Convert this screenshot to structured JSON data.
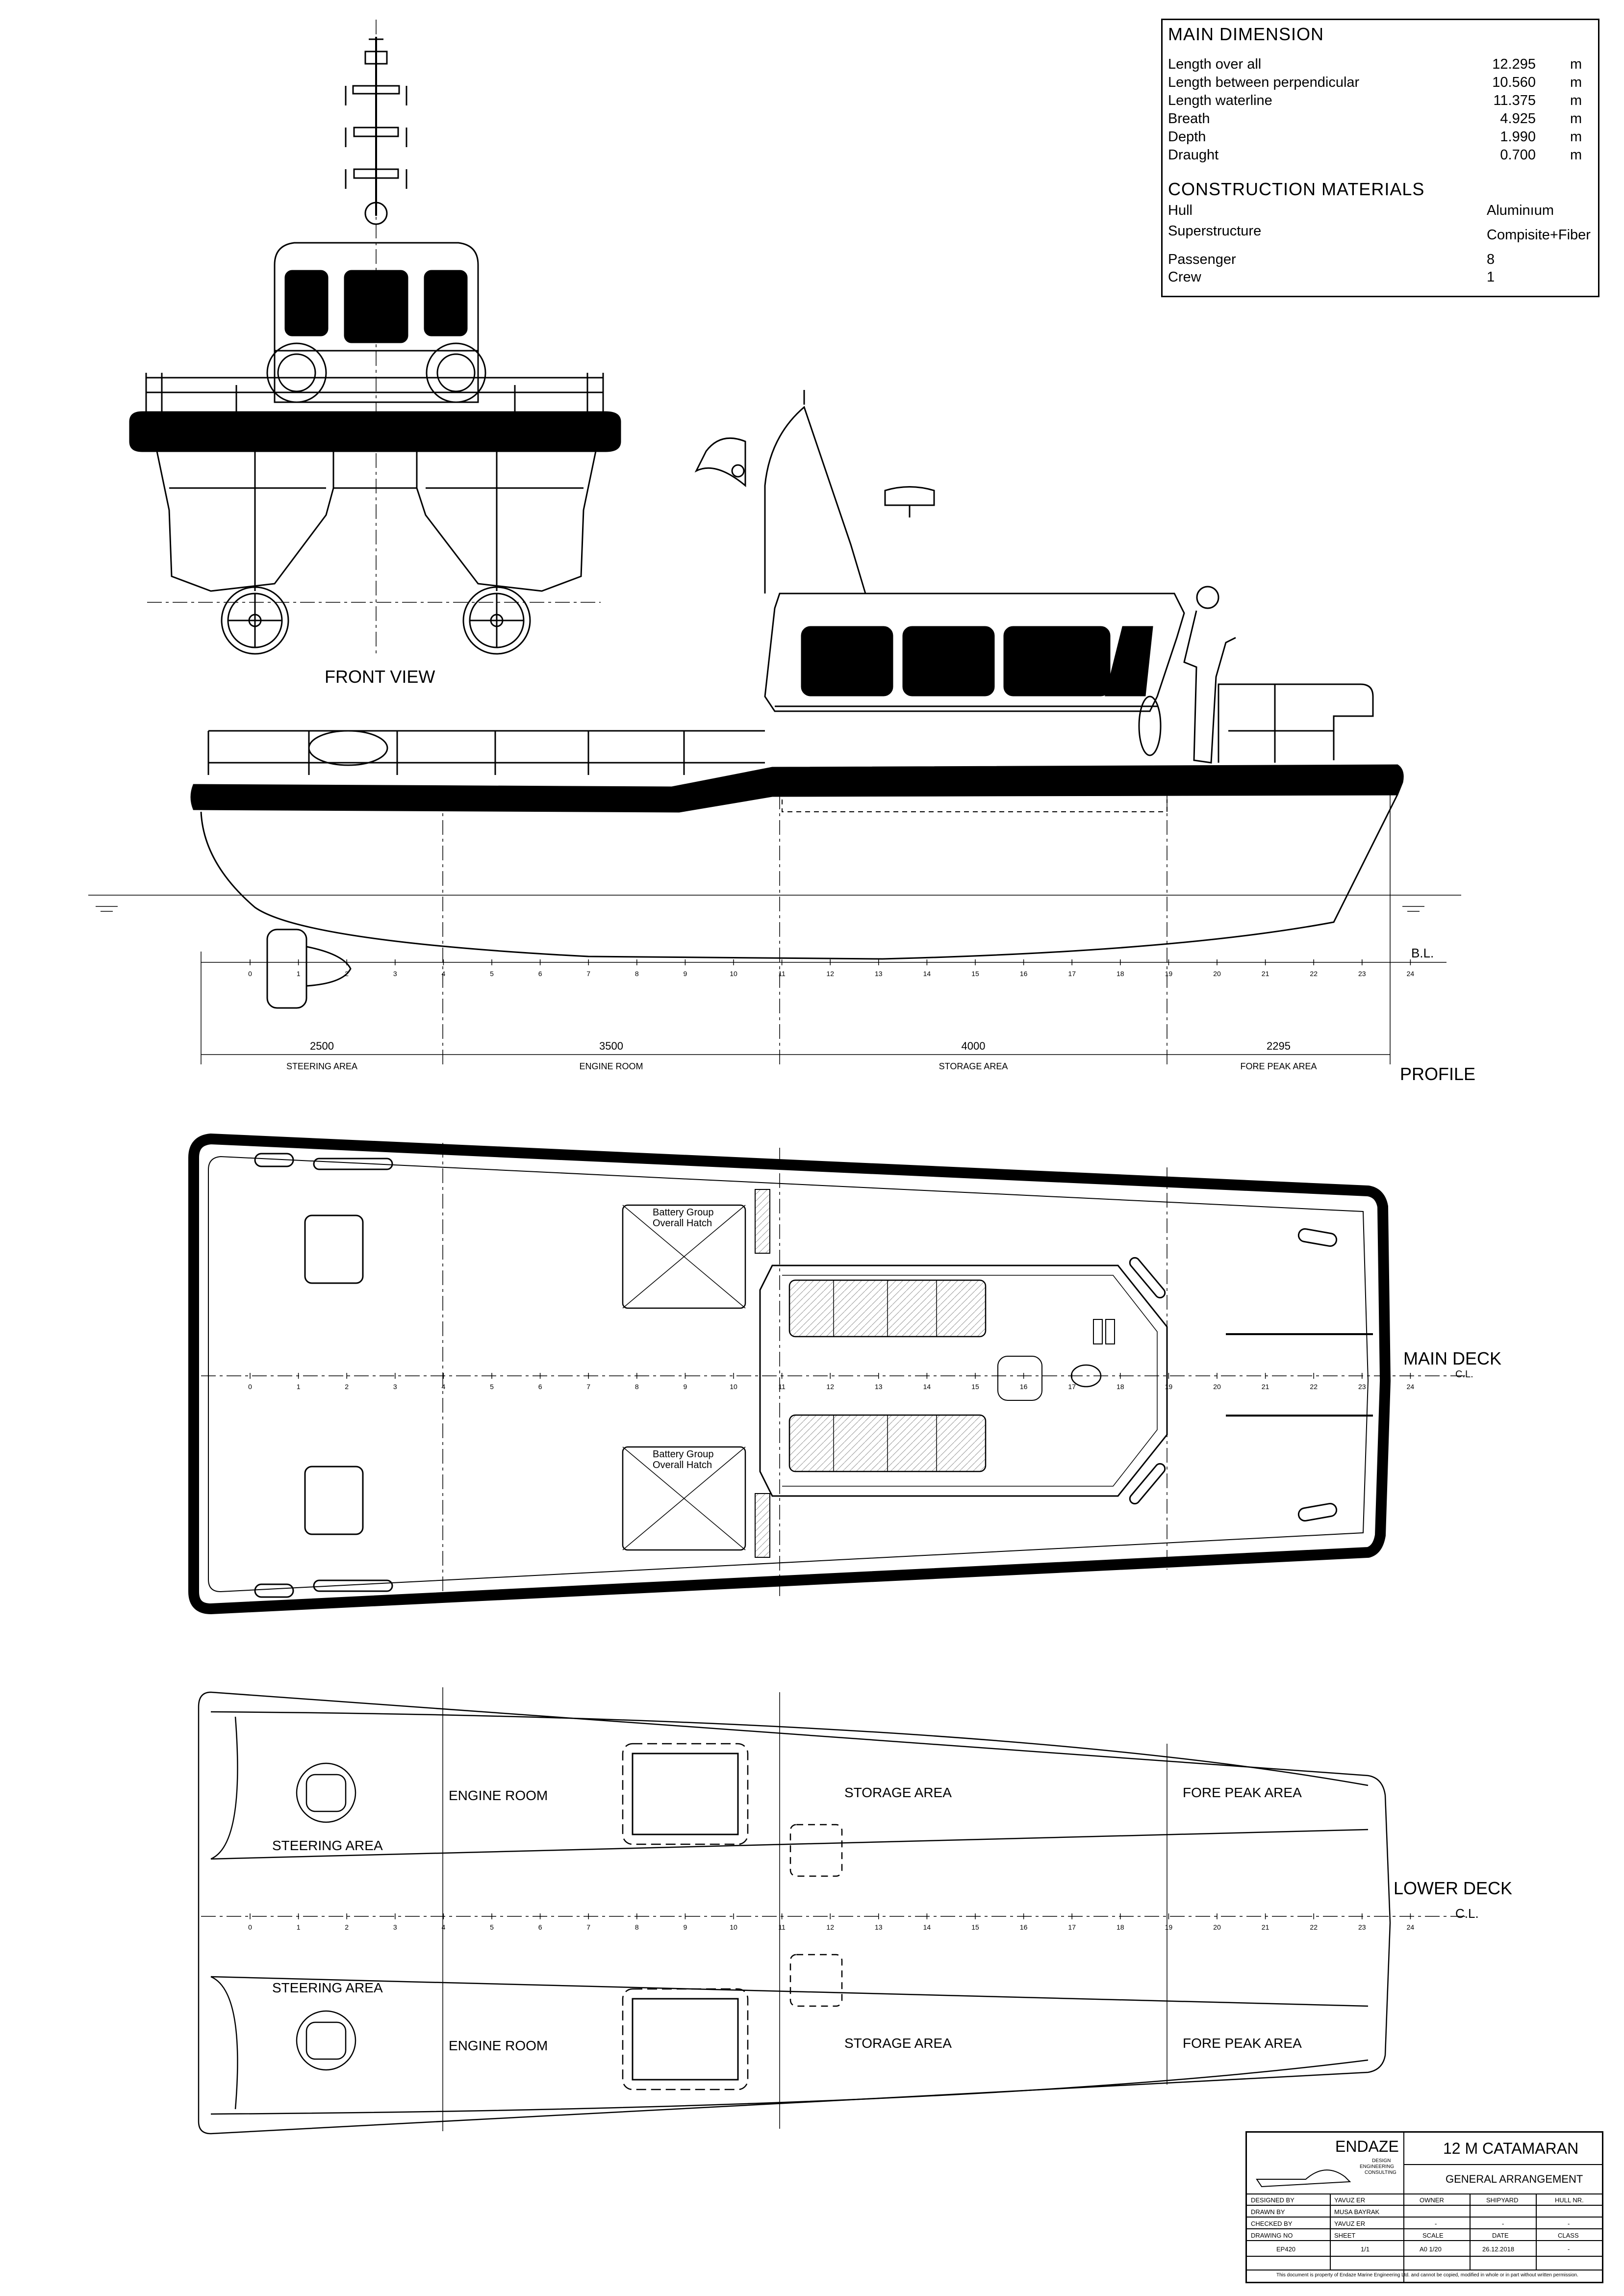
{
  "main_dimension": {
    "heading": "MAIN DIMENSION",
    "rows": [
      {
        "name": "Length over all",
        "value": "12.295",
        "unit": "m"
      },
      {
        "name": "Length between perpendicular",
        "value": "10.560",
        "unit": "m"
      },
      {
        "name": "Length waterline",
        "value": "11.375",
        "unit": "m"
      },
      {
        "name": "Breath",
        "value": "4.925",
        "unit": "m"
      },
      {
        "name": "Depth",
        "value": "1.990",
        "unit": "m"
      },
      {
        "name": "Draught",
        "value": "0.700",
        "unit": "m"
      }
    ]
  },
  "construction_materials": {
    "heading": "CONSTRUCTION MATERIALS",
    "rows": [
      {
        "name": "Hull",
        "value": "Aluminıum"
      },
      {
        "name": "Superstructure",
        "value": "Compisite+Fiber"
      },
      {
        "name": "Passenger",
        "value": "8"
      },
      {
        "name": "Crew",
        "value": "1"
      }
    ]
  },
  "views": {
    "front": "FRONT VIEW",
    "profile": "PROFILE",
    "main_deck": "MAIN DECK",
    "lower_deck": "LOWER DECK",
    "cl": "C.L.",
    "bl": "B.L."
  },
  "frames": [
    "0",
    "1",
    "2",
    "3",
    "4",
    "5",
    "6",
    "7",
    "8",
    "9",
    "10",
    "11",
    "12",
    "13",
    "14",
    "15",
    "16",
    "17",
    "18",
    "19",
    "20",
    "21",
    "22",
    "23",
    "24"
  ],
  "compartments": [
    {
      "length": "2500",
      "name": "STEERING AREA"
    },
    {
      "length": "3500",
      "name": "ENGINE ROOM"
    },
    {
      "length": "4000",
      "name": "STORAGE AREA"
    },
    {
      "length": "2295",
      "name": "FORE PEAK AREA"
    }
  ],
  "hatch_label": [
    "Battery Group",
    "Overall Hatch"
  ],
  "lower_deck_labels": {
    "steering": "STEERING AREA",
    "engine": "ENGINE ROOM",
    "storage": "STORAGE AREA",
    "fore": "FORE PEAK AREA"
  },
  "title_block": {
    "company": "ENDAZE",
    "company_sub": [
      "DESIGN",
      "ENGINEERING",
      "CONSULTING"
    ],
    "project": "12 M CATAMARAN",
    "drawing": "GENERAL ARRANGEMENT",
    "rows": [
      {
        "label": "DESIGNED BY",
        "value": "YAVUZ ER"
      },
      {
        "label": "DRAWN BY",
        "value": "MUSA BAYRAK"
      },
      {
        "label": "CHECKED BY",
        "value": "YAVUZ ER"
      },
      {
        "label": "DRAWING NO",
        "value": "SHEET"
      }
    ],
    "drawing_no": "EP420",
    "sheet": "1/1",
    "headers": [
      "OWNER",
      "SHIPYARD",
      "HULL NR.",
      "SCALE",
      "DATE",
      "CLASS"
    ],
    "owner": "-",
    "shipyard": "-",
    "hull_nr": "-",
    "scale": "A0 1/20",
    "date": "26.12.2018",
    "class": "-",
    "footer": "This document is property of Endaze Marine Engineering Ltd. and cannot be copied, modified in whole or in part without written permission."
  }
}
